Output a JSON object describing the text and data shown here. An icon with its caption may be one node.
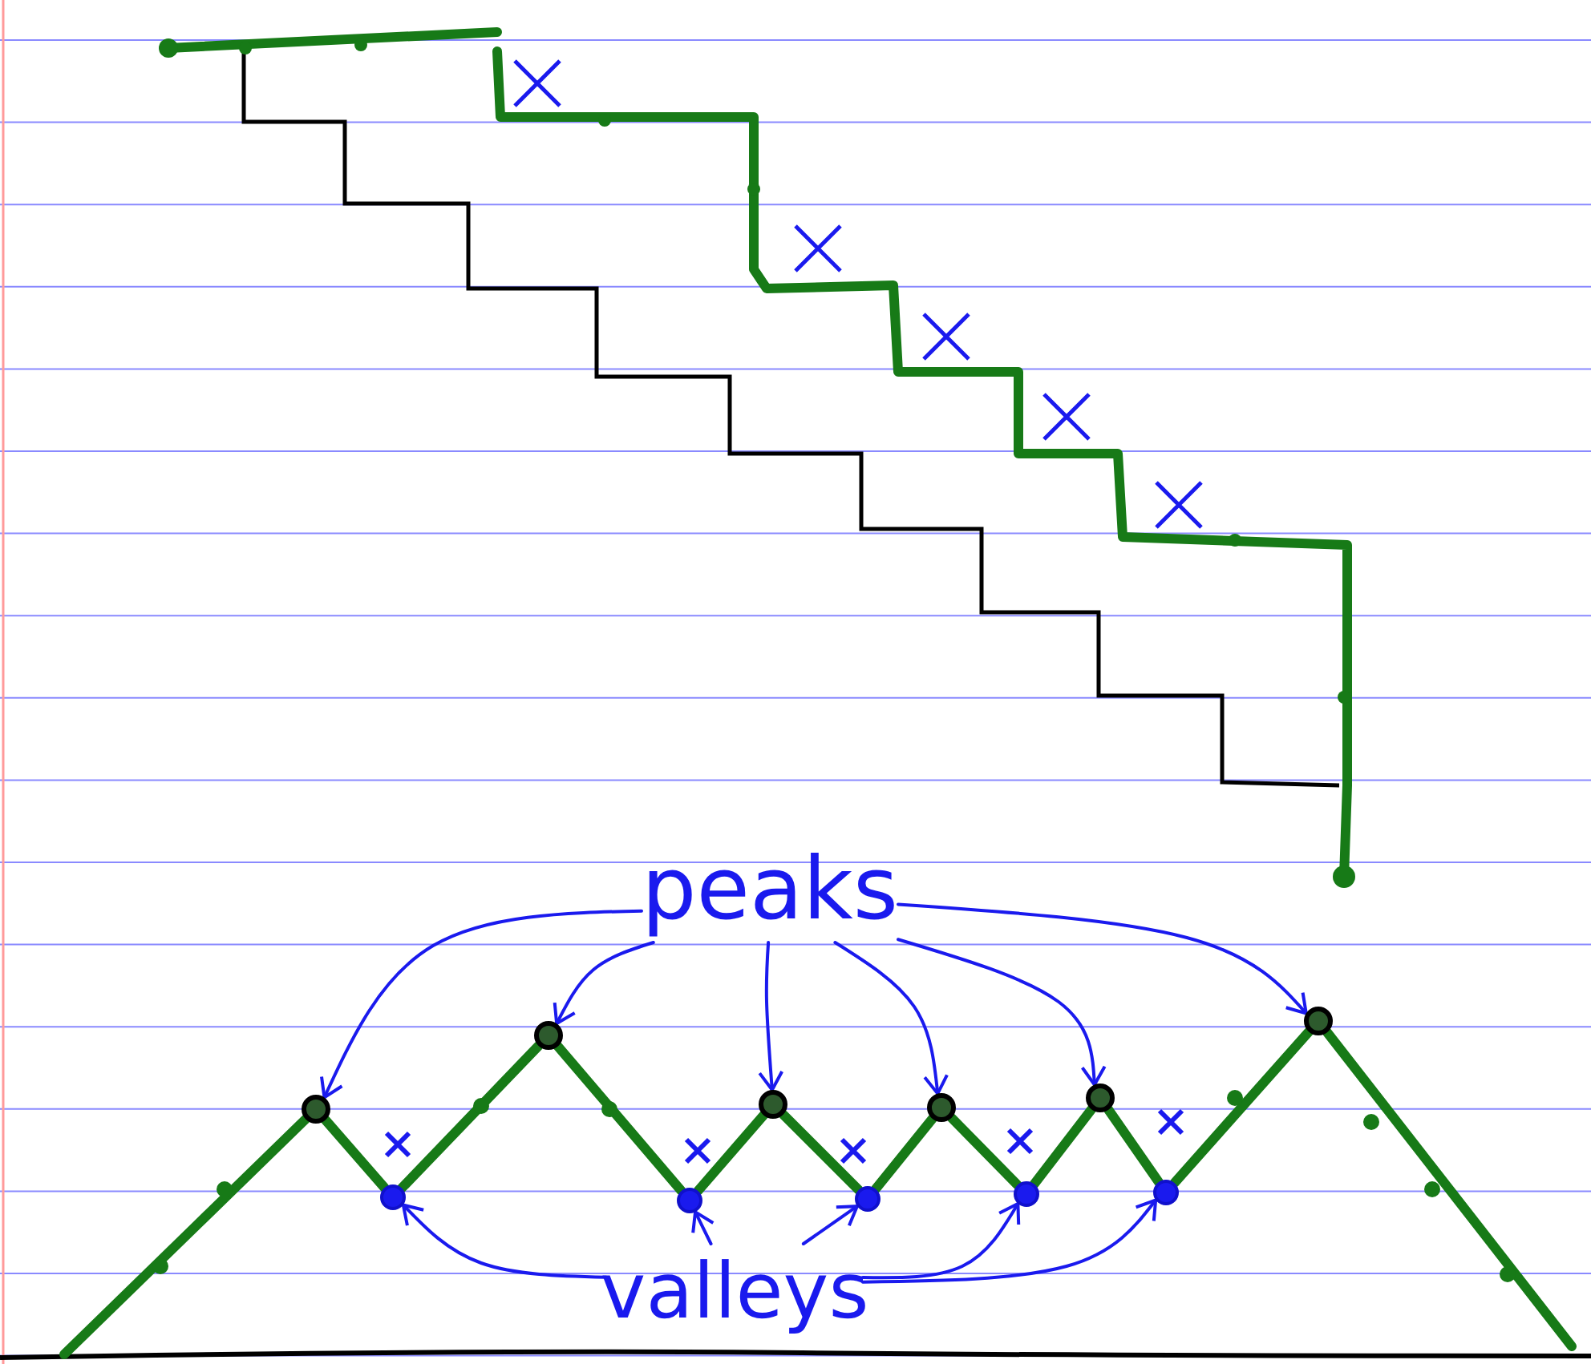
{
  "diagram": {
    "nodes": [
      {
        "text": [
          "peaks"
        ]
      },
      {
        "text": [],
        "shape": "circle"
      },
      {
        "text": [],
        "shape": "circle"
      },
      {
        "text": [],
        "shape": "circle"
      },
      {
        "text": [],
        "shape": "circle"
      },
      {
        "text": [],
        "shape": "circle"
      },
      {
        "text": [],
        "shape": "circle"
      },
      {
        "text": [
          "valleys"
        ]
      },
      {
        "text": [],
        "shape": "circle"
      },
      {
        "text": [],
        "shape": "circle"
      },
      {
        "text": [],
        "shape": "circle"
      },
      {
        "text": [],
        "shape": "circle"
      },
      {
        "text": [],
        "shape": "circle"
      }
    ],
    "edges": [
      {
        "from": 0,
        "to": 1,
        "arrow": "to",
        "color": "#1a1aee"
      },
      {
        "from": 0,
        "to": 2,
        "arrow": "to",
        "color": "#1a1aee"
      },
      {
        "from": 0,
        "to": 3,
        "arrow": "to",
        "color": "#1a1aee"
      },
      {
        "from": 0,
        "to": 4,
        "arrow": "to",
        "color": "#1a1aee"
      },
      {
        "from": 0,
        "to": 5,
        "arrow": "to",
        "color": "#1a1aee"
      },
      {
        "from": 0,
        "to": 6,
        "arrow": "to",
        "color": "#1a1aee"
      },
      {
        "from": 7,
        "to": 8,
        "arrow": "to",
        "color": "#1a1aee"
      },
      {
        "from": 7,
        "to": 9,
        "arrow": "to",
        "color": "#1a1aee"
      },
      {
        "from": 7,
        "to": 10,
        "arrow": "to",
        "color": "#1a1aee"
      },
      {
        "from": 7,
        "to": 11,
        "arrow": "to",
        "color": "#1a1aee"
      },
      {
        "from": 7,
        "to": 12,
        "arrow": "to",
        "color": "#1a1aee"
      },
      {
        "from": null,
        "to": 1,
        "arrow": "none"
      },
      {
        "from": 1,
        "to": 8,
        "arrow": "none"
      },
      {
        "from": 8,
        "to": 2,
        "arrow": "none"
      },
      {
        "from": 2,
        "to": 9,
        "arrow": "none"
      },
      {
        "from": 9,
        "to": 3,
        "arrow": "none"
      },
      {
        "from": 3,
        "to": 10,
        "arrow": "none"
      },
      {
        "from": 10,
        "to": 4,
        "arrow": "none"
      },
      {
        "from": 4,
        "to": 11,
        "arrow": "none"
      },
      {
        "from": 11,
        "to": 5,
        "arrow": "none"
      },
      {
        "from": 5,
        "to": 12,
        "arrow": "none"
      },
      {
        "from": 12,
        "to": 6,
        "arrow": "none"
      },
      {
        "from": 6,
        "to": null,
        "arrow": "none"
      }
    ]
  }
}
